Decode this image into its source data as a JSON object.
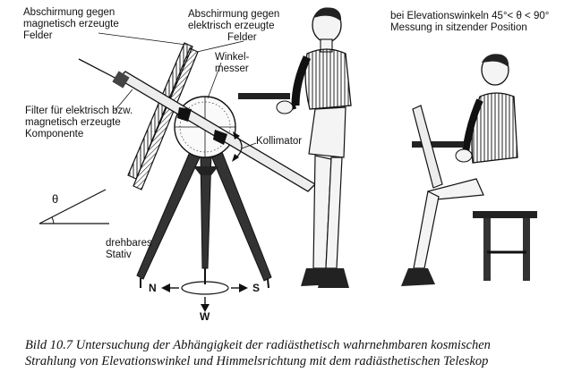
{
  "labels": {
    "shield_magnetic": [
      "Abschirmung gegen",
      "magnetisch erzeugte",
      "Felder"
    ],
    "shield_electric": [
      "Abschirmung gegen",
      "elektrisch erzeugte",
      "Felder"
    ],
    "elevation_note": [
      "bei Elevationswinkeln 45°< θ < 90°",
      "Messung in sitzender Position"
    ],
    "protractor": [
      "Winkel-",
      "messer"
    ],
    "filter": [
      "Filter für elektrisch bzw.",
      "magnetisch erzeugte",
      "Komponente"
    ],
    "collimator": "Kollimator",
    "theta": "θ",
    "tripod": [
      "drehbares",
      "Stativ"
    ],
    "north": "N",
    "south": "S",
    "west": "W"
  },
  "caption": {
    "line1": "Bild 10.7 Untersuchung der Abhängigkeit der radiästhetisch wahrnehmbaren kosmischen",
    "line2": "Strahlung von Elevationswinkel und Himmelsrichtung mit dem radiästhetischen Teleskop"
  }
}
